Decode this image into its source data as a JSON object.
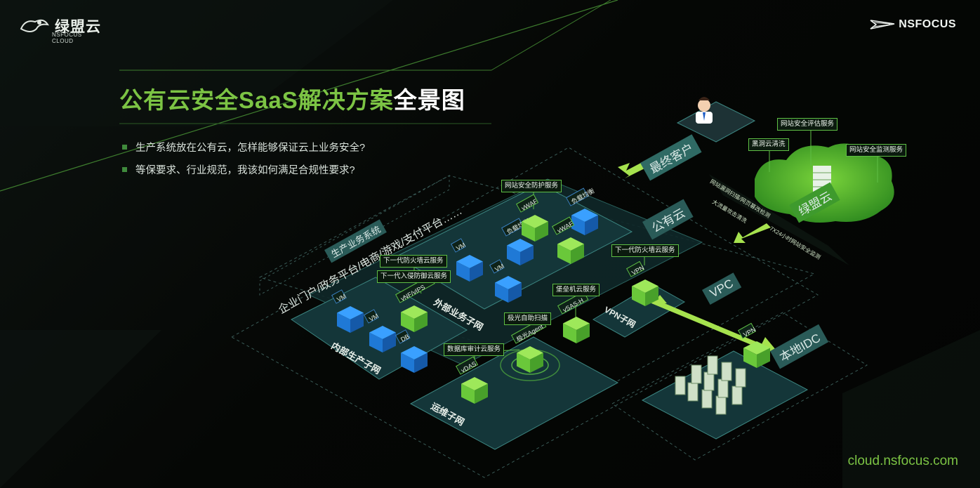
{
  "brand": {
    "left_name": "绿盟云",
    "left_sub": "NSFOCUS CLOUD",
    "right_name": "NSFOCUS"
  },
  "title": {
    "green": "公有云安全SaaS解决方案",
    "white": "全景图"
  },
  "bullets": [
    "生产系统放在公有云，怎样能够保证云上业务安全?",
    "等保要求、行业规范，我该如何满足合规性要求?"
  ],
  "zones": {
    "production_systems": "生产业务系统",
    "production_examples": "企业门户/政务平台/电商/游戏/支付平台……",
    "public_cloud": "公有云",
    "vpc": "VPC",
    "end_user": "最终客户",
    "green_cloud": "绿盟云",
    "local_idc": "本地IDC"
  },
  "subnets": {
    "external": "外部业务子网",
    "internal": "内部生产子网",
    "ops": "运维子网",
    "vpn": "VPN子网"
  },
  "services": {
    "web_protect": "网站安全防护服务",
    "ngfw_1": "下一代防火墙云服务",
    "ips": "下一代入侵防御云服务",
    "ngfw_2": "下一代防火墙云服务",
    "bastion": "堡垒机云服务",
    "aurora_scan": "极光自助扫描",
    "db_audit": "数据库审计云服务",
    "site_eval": "网站安全评估服务",
    "site_monitor": "网站安全监测服务",
    "blackhole": "黑洞云清洗"
  },
  "nodes": {
    "vm": "VM",
    "db": "DB",
    "vwaf": "vWAF",
    "lb": "负载均衡",
    "vnf_vips": "vNF/vIPS",
    "vpn": "VPN",
    "vsas_h": "vSAS-H",
    "vdas": "vDAS",
    "aurora_agent": "极光Agent"
  },
  "flows": [
    "网站漏洞扫描/网页篡改检测",
    "大流量攻击清洗",
    "7X24小时网站安全监测"
  ],
  "footer_url": "cloud.nsfocus.com",
  "colors": {
    "accent": "#7cc444",
    "cube_blue": "#1f79d6",
    "cube_green": "#6ac83a",
    "platform": "#173a3d"
  }
}
